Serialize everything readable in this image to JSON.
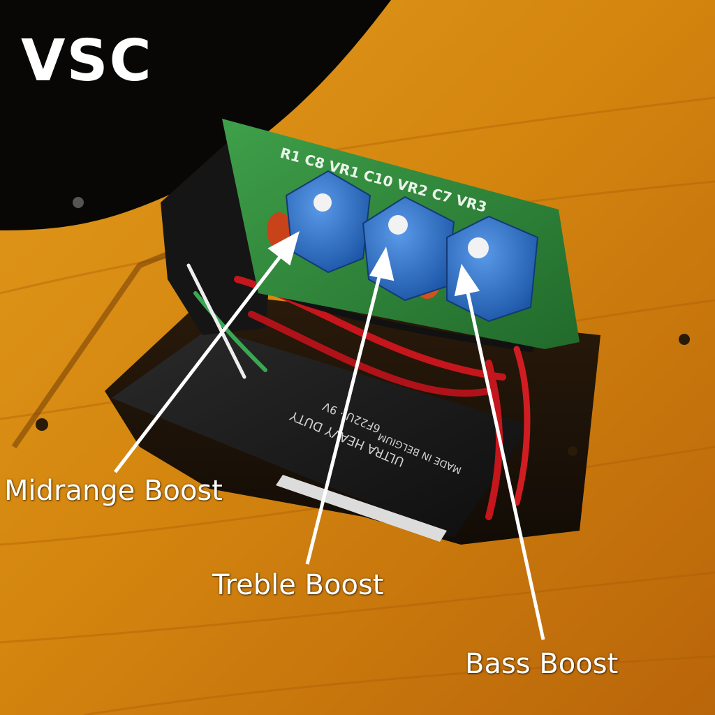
{
  "title": "VSC",
  "labels": {
    "midrange": "Midrange Boost",
    "treble": "Treble Boost",
    "bass": "Bass Boost"
  },
  "pcb_silkscreen": {
    "row": "R1  C8  VR1  C10  VR2  C7  VR3"
  },
  "battery": {
    "line1": "ULTRA HEAVY DUTY",
    "line2": "6F22U · 9V",
    "line3": "MADE IN BELGIUM"
  },
  "colors": {
    "wood": "#d4860f",
    "pcb": "#2f8a3a",
    "trimpot": "#2f6fc9",
    "battery": "#1b1b1b",
    "annotation": "#ffffff"
  },
  "icons": [
    "trimpot",
    "arrow",
    "battery",
    "circuit-board"
  ]
}
